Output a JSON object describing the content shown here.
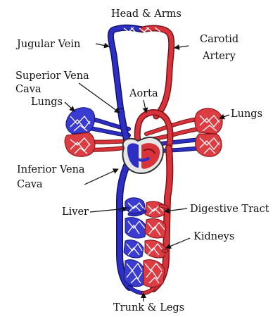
{
  "labels": {
    "head_arms": "Head & Arms",
    "jugular_vein": "Jugular Vein",
    "carotid_1": "Carotid",
    "carotid_2": "Artery",
    "superior_1": "Superior Vena",
    "superior_2": "Cava",
    "aorta": "Aorta",
    "lungs_left": "Lungs",
    "lungs_right": "Lungs",
    "inferior_1": "Inferior Vena",
    "inferior_2": "Cava",
    "liver": "Liver",
    "digestive": "Digestive Tract",
    "kidneys": "Kidneys",
    "trunk_legs": "Trunk & Legs"
  },
  "colors": {
    "vein": "#2d2fc4",
    "artery": "#d8333a",
    "heart_outline": "#555555"
  }
}
